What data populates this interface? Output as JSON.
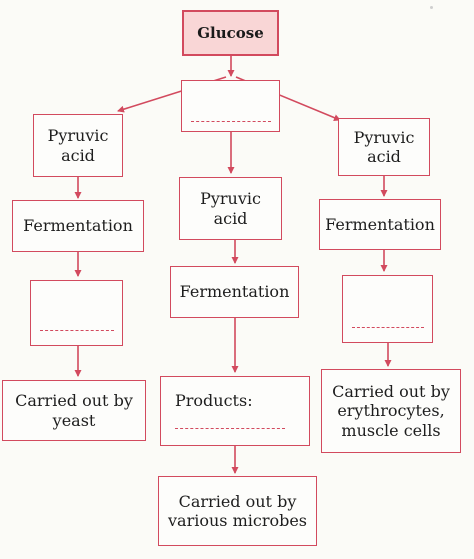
{
  "diagram": {
    "root": {
      "label": "Glucose"
    },
    "branches": {
      "left": {
        "pyruvic": "Pyruvic acid",
        "fermentation": "Fermentation",
        "carried": "Carried out by yeast"
      },
      "middle": {
        "pyruvic": "Pyruvic acid",
        "fermentation": "Fermentation",
        "products": "Products:",
        "carried": "Carried out by various microbes"
      },
      "right": {
        "pyruvic": "Pyruvic acid",
        "fermentation": "Fermentation",
        "carried": "Carried out by erythrocytes, muscle cells"
      }
    },
    "colors": {
      "accent": "#d24a5e",
      "title_fill": "#f9d6d6"
    }
  }
}
